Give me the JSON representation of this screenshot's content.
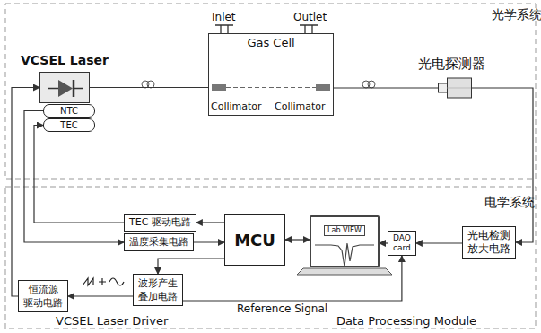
{
  "diagram": {
    "nodes": [
      {
        "text": [
          "VCSEL Laser"
        ]
      },
      {
        "text": [
          "NTC"
        ]
      },
      {
        "text": [
          "TEC"
        ]
      },
      {
        "text": [
          "Gas Cell"
        ]
      },
      {
        "text": [
          "光电探测器"
        ]
      },
      {
        "text": [
          "TEC 驱动电路"
        ]
      },
      {
        "text": [
          "温度采集电路"
        ]
      },
      {
        "text": [
          "MCU"
        ]
      },
      {
        "text": [
          "Lab VIEW"
        ]
      },
      {
        "text": [
          "DAQ card"
        ]
      },
      {
        "text": [
          "光电检测 放大电路"
        ]
      },
      {
        "text": [
          "波形产生 叠加电路"
        ]
      },
      {
        "text": [
          "恒流源 驱动电路"
        ]
      }
    ],
    "edges": [
      {
        "from": 0,
        "to": 3,
        "arrow": "none"
      },
      {
        "from": 3,
        "to": 4,
        "arrow": "none"
      },
      {
        "from": 4,
        "to": 10,
        "arrow": "to"
      },
      {
        "from": 10,
        "to": 9,
        "arrow": "to"
      },
      {
        "from": 9,
        "to": 8,
        "arrow": "to"
      },
      {
        "from": 8,
        "to": 7,
        "arrow": "both"
      },
      {
        "from": 7,
        "to": 5,
        "arrow": "to"
      },
      {
        "from": 6,
        "to": 7,
        "arrow": "to"
      },
      {
        "from": 7,
        "to": 11,
        "arrow": "to"
      },
      {
        "from": 11,
        "to": 12,
        "arrow": "to"
      },
      {
        "from": 11,
        "to": 9,
        "label": "Reference Signal",
        "arrow": "to"
      },
      {
        "from": 12,
        "to": 0,
        "arrow": "to"
      },
      {
        "from": 5,
        "to": 2,
        "arrow": "to"
      },
      {
        "from": 1,
        "to": 6,
        "arrow": "to"
      }
    ],
    "labels": [
      "光学系统",
      "电学系统",
      "Inlet",
      "Outlet",
      "Collimator",
      "Collimator",
      "VCSEL Laser Driver",
      "Data Processing Module"
    ]
  }
}
